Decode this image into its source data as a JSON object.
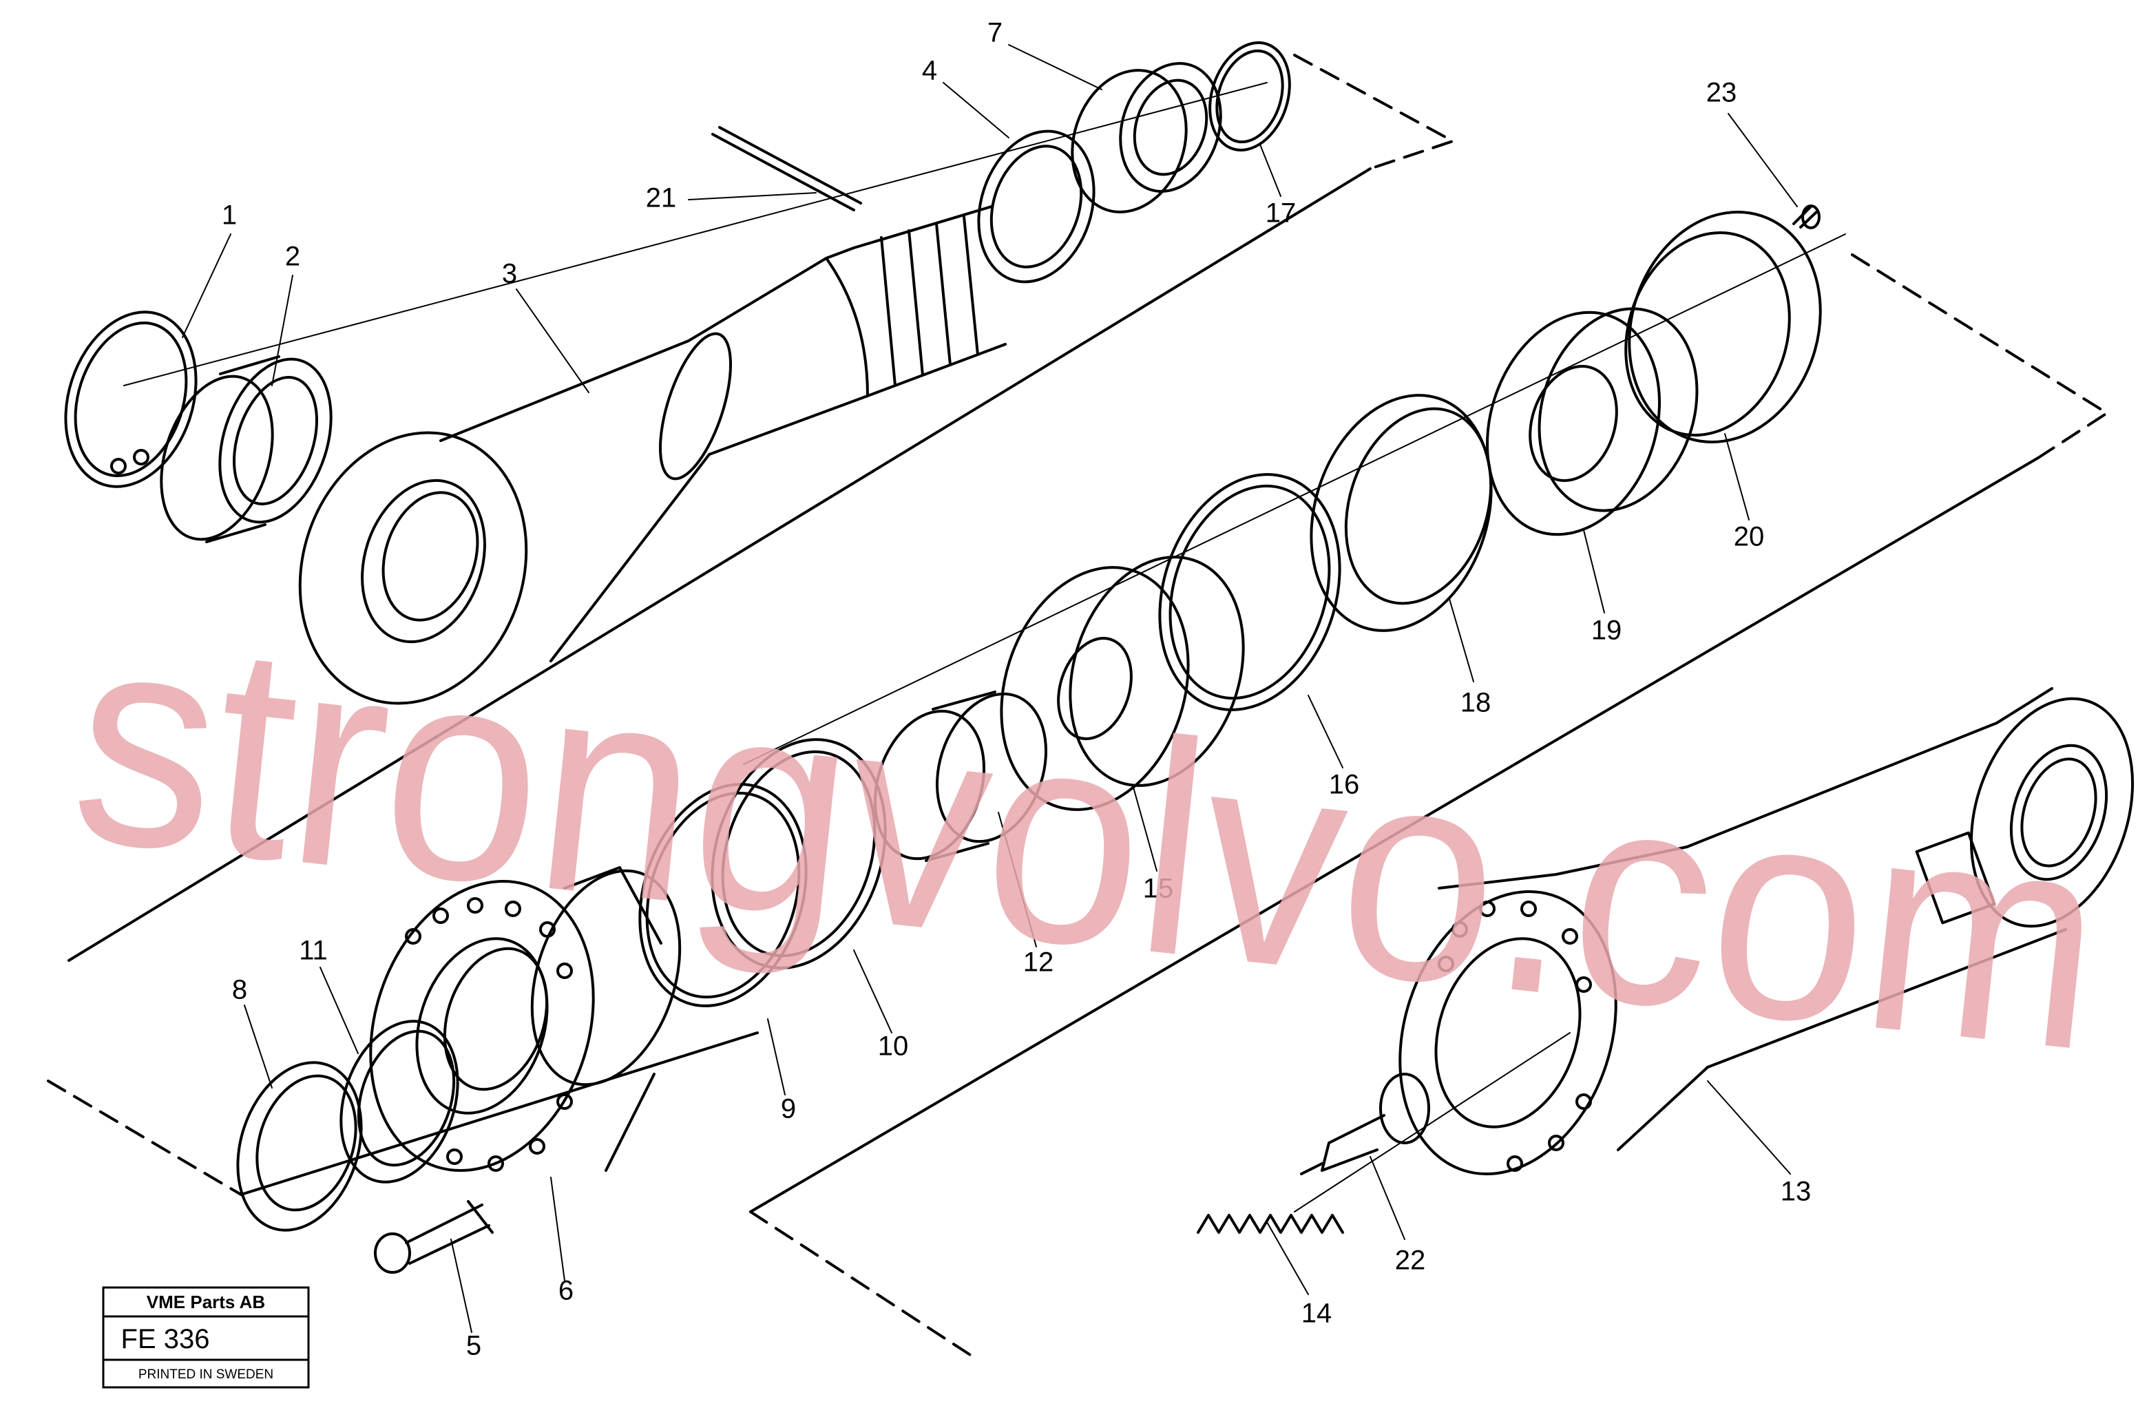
{
  "watermark": "strongvolvo.com",
  "stamp": {
    "company": "VME Parts AB",
    "code": "FE 336",
    "printed": "PRINTED IN SWEDEN"
  },
  "callouts": [
    "1",
    "2",
    "3",
    "4",
    "5",
    "6",
    "7",
    "8",
    "9",
    "10",
    "11",
    "12",
    "13",
    "14",
    "15",
    "16",
    "17",
    "18",
    "19",
    "20",
    "21",
    "22",
    "23"
  ],
  "colors": {
    "line": "#000000",
    "watermark": "#e8a9ae",
    "background": "#ffffff"
  }
}
